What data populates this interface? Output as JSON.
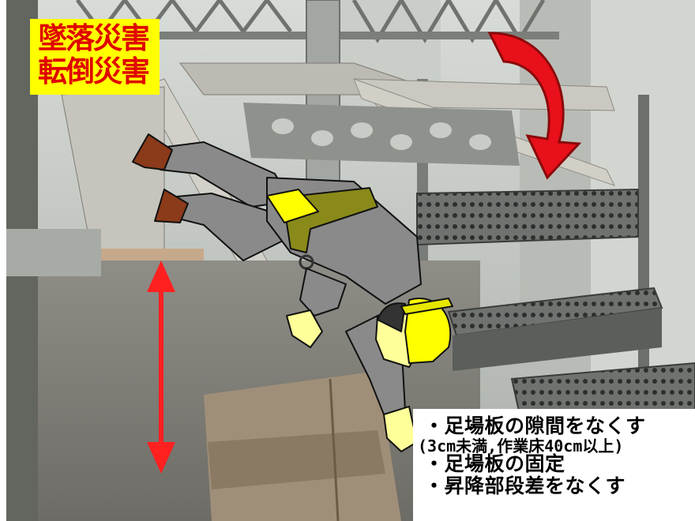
{
  "title_label": {
    "lines": [
      "墜落災害",
      "転倒災害"
    ],
    "text_color": "#e00000",
    "background": "#ffff00"
  },
  "notes": {
    "lines": [
      "・足場板の隙間をなくす",
      "(3cm未満,作業床40cm以上)",
      "・足場板の固定",
      "・昇降部段差をなくす"
    ]
  },
  "colors": {
    "arrow": "#e8101a",
    "arrow_dark": "#8a0a0a",
    "worker_clothes": "#8a8a8a",
    "helmet": "#ffff00",
    "harness": "#8a8a1a",
    "boots": "#8b3a1a"
  },
  "icons": [
    "curved-arrow-icon",
    "double-arrow-icon",
    "falling-worker-icon"
  ]
}
